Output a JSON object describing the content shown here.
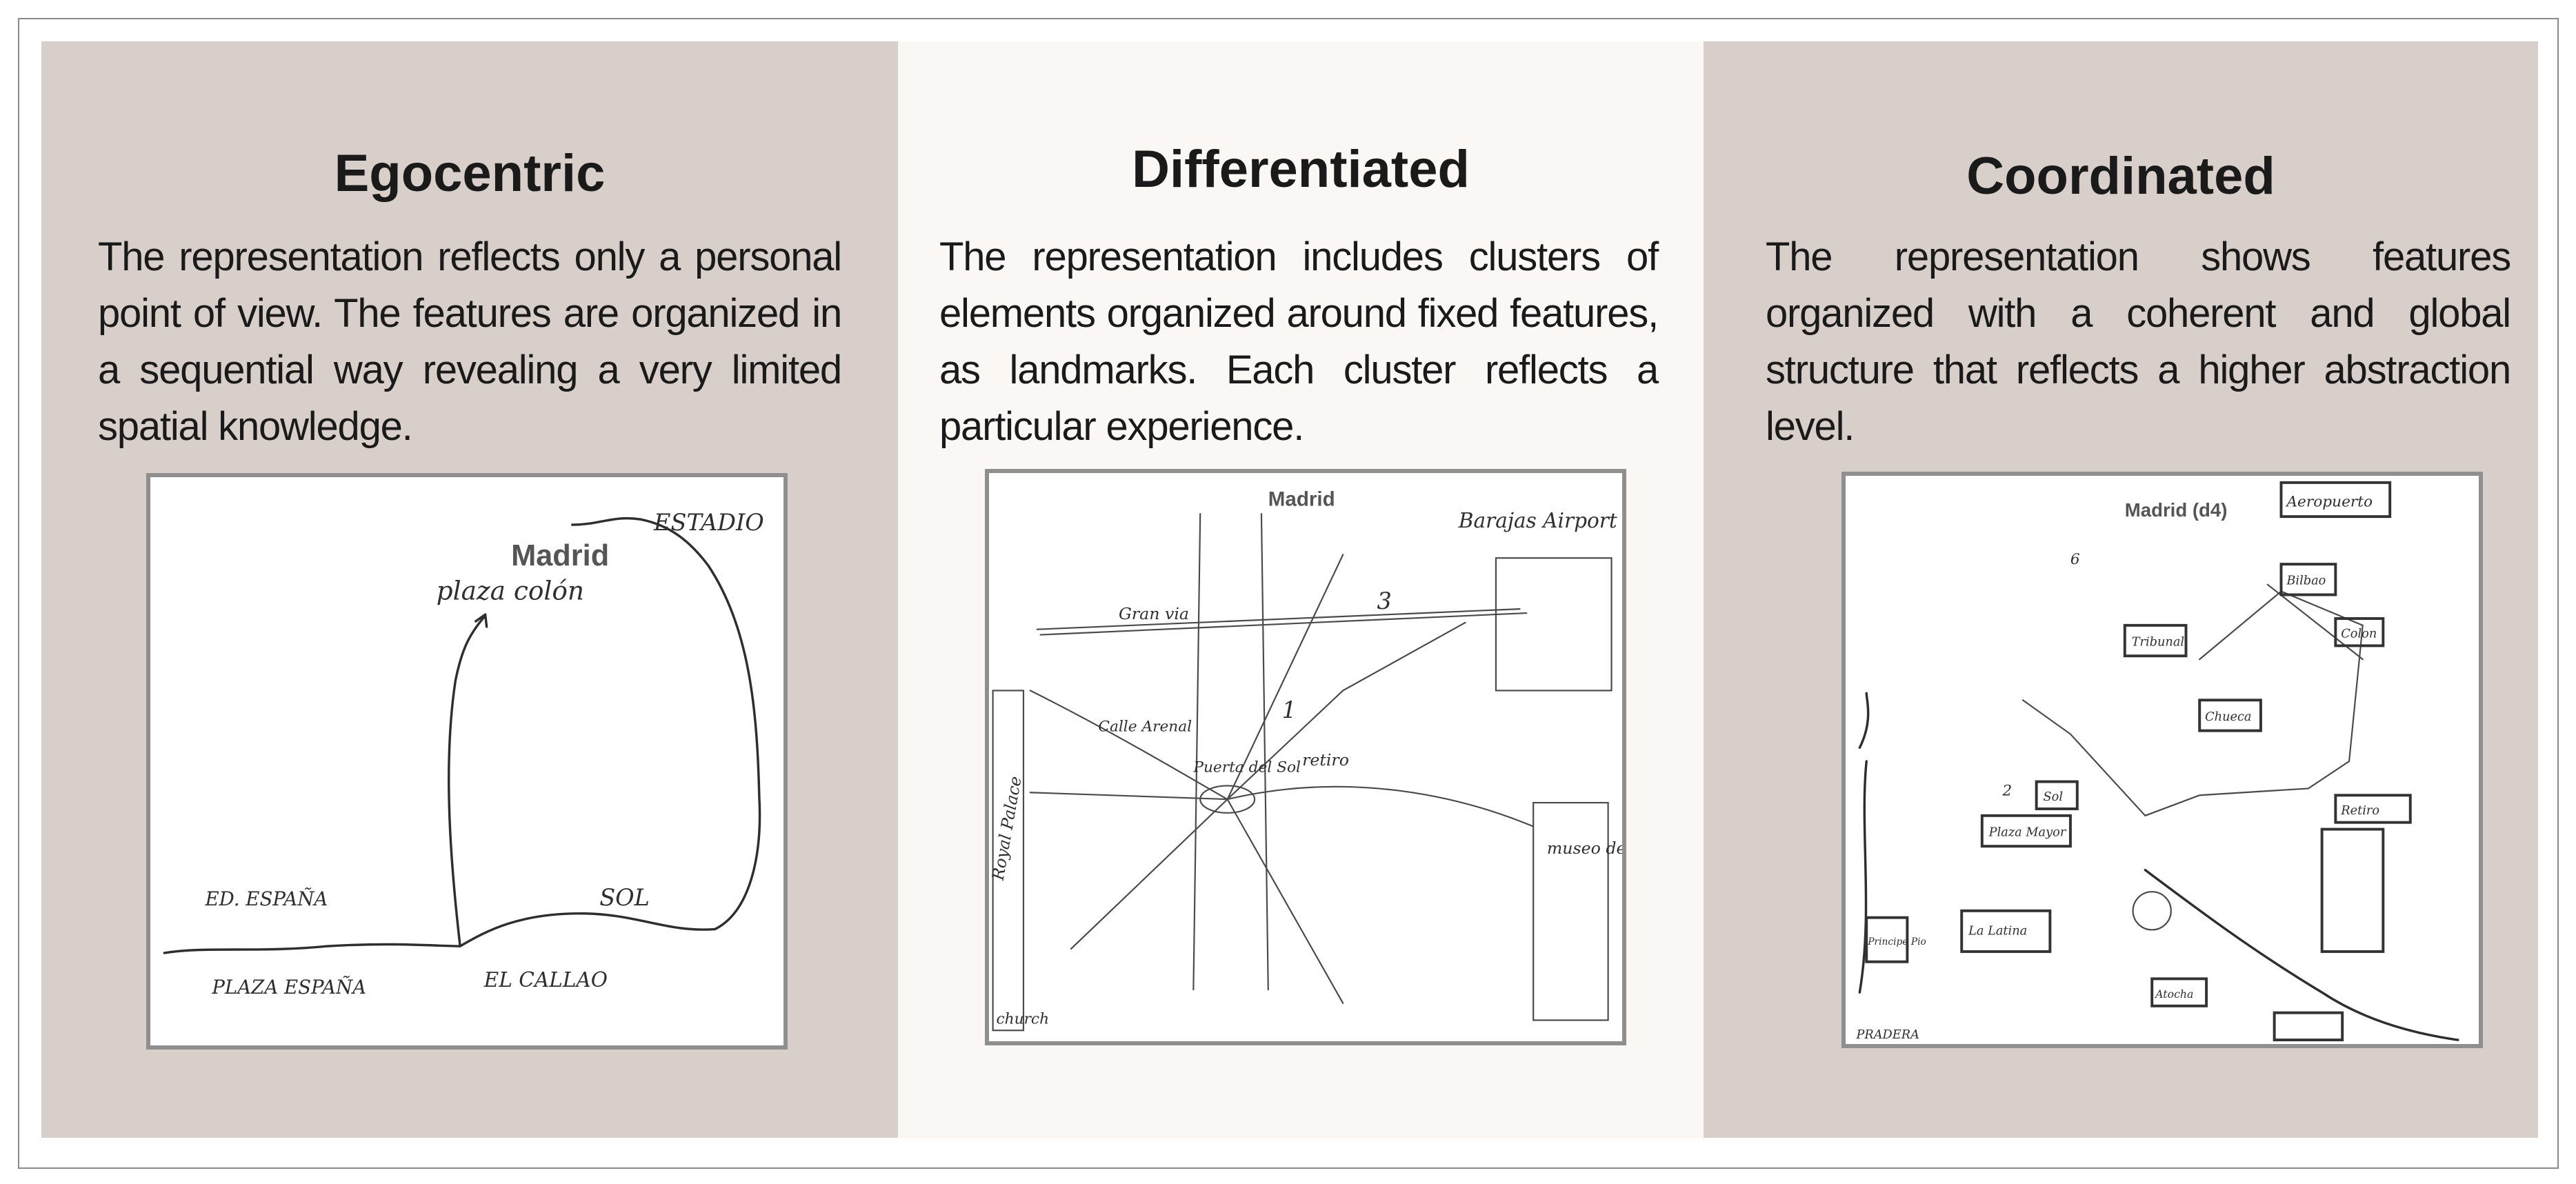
{
  "panels": [
    {
      "title": "Egocentric",
      "description": "The representation reflects only a personal point of view.  The features are organized in a sequential way revealing a very limited spatial knowledge.",
      "background": "#d9cfca",
      "sketch": {
        "title": "Madrid",
        "labels": [
          "ESTADIO",
          "plaza colón",
          "ED. ESPAÑA",
          "SOL",
          "PLAZA ESPAÑA",
          "EL CALLAO"
        ]
      }
    },
    {
      "title": "Differentiated",
      "description": "The representation includes clusters of elements organized around fixed features, as landmarks. Each cluster reflects a particular experience.",
      "background": "#faf7f5",
      "sketch": {
        "title": "Madrid",
        "labels": [
          "Barajas Airport",
          "Gran via",
          "3",
          "1",
          "Calle Arenal",
          "Puerta del Sol",
          "retiro",
          "Royal Palace",
          "museo de Prado",
          "church"
        ]
      }
    },
    {
      "title": "Coordinated",
      "description": "The representation shows features organized with a coherent and global structure that reflects a higher abstraction level.",
      "background": "#d9cfca",
      "sketch": {
        "title": "Madrid (d4)",
        "labels": [
          "Aeropuerto",
          "6",
          "Bilbao",
          "Colon",
          "Tribunal",
          "Chueca",
          "2",
          "Sol",
          "Plaza Mayor",
          "Retiro",
          "La Latina",
          "Atocha",
          "PRADERA",
          "Principe Pio"
        ]
      }
    }
  ]
}
